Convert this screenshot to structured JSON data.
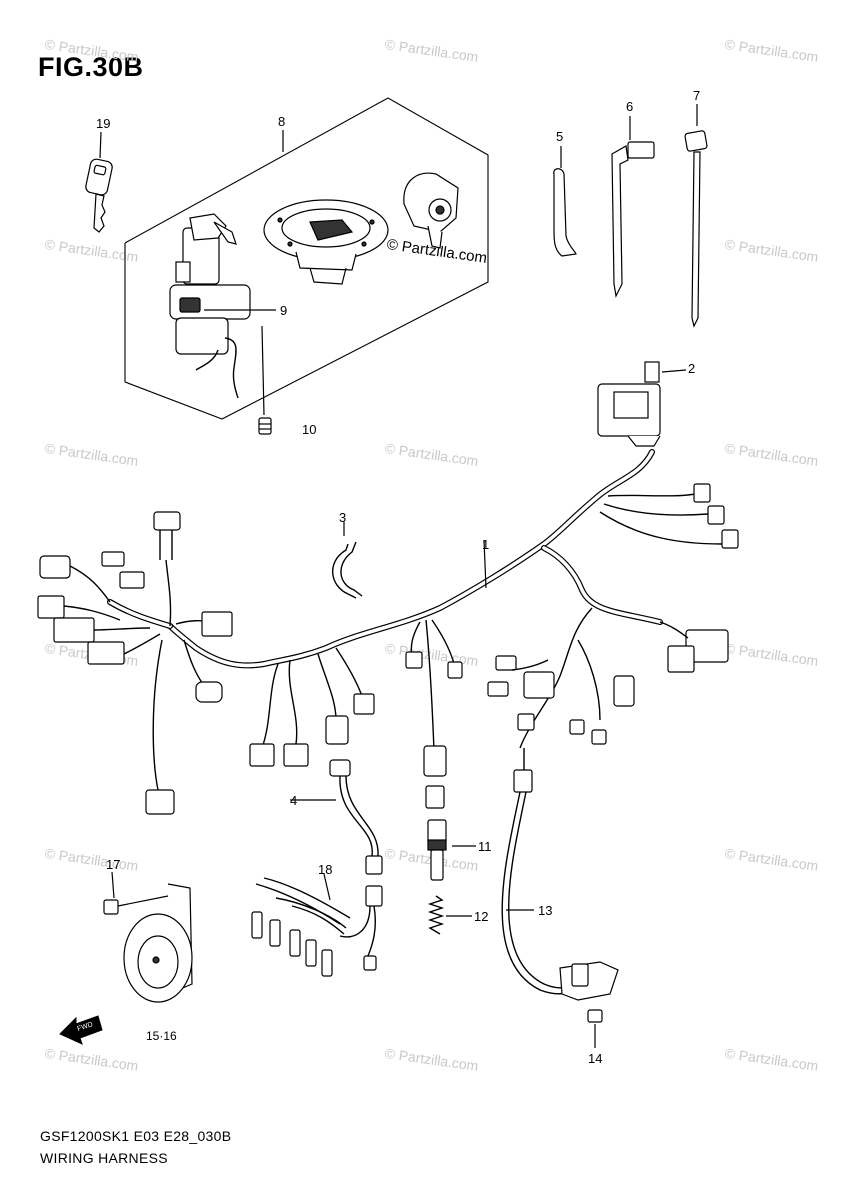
{
  "figure": {
    "title": "FIG.30B"
  },
  "footer": {
    "code": "GSF1200SK1 E03 E28_030B",
    "name": "WIRING HARNESS"
  },
  "watermark": {
    "text": "© Partzilla.com"
  },
  "callouts": {
    "p1": "1",
    "p2": "2",
    "p3": "3",
    "p4": "4",
    "p5": "5",
    "p6": "6",
    "p7": "7",
    "p8": "8",
    "p9": "9",
    "p10": "10",
    "p11": "11",
    "p12": "12",
    "p13": "13",
    "p14": "14",
    "p15_16": "15·16",
    "p17": "17",
    "p18": "18",
    "p19": "19"
  },
  "icons": {
    "forward_arrow": "fwd-arrow-icon",
    "forward_arrow_text": "FWD"
  }
}
